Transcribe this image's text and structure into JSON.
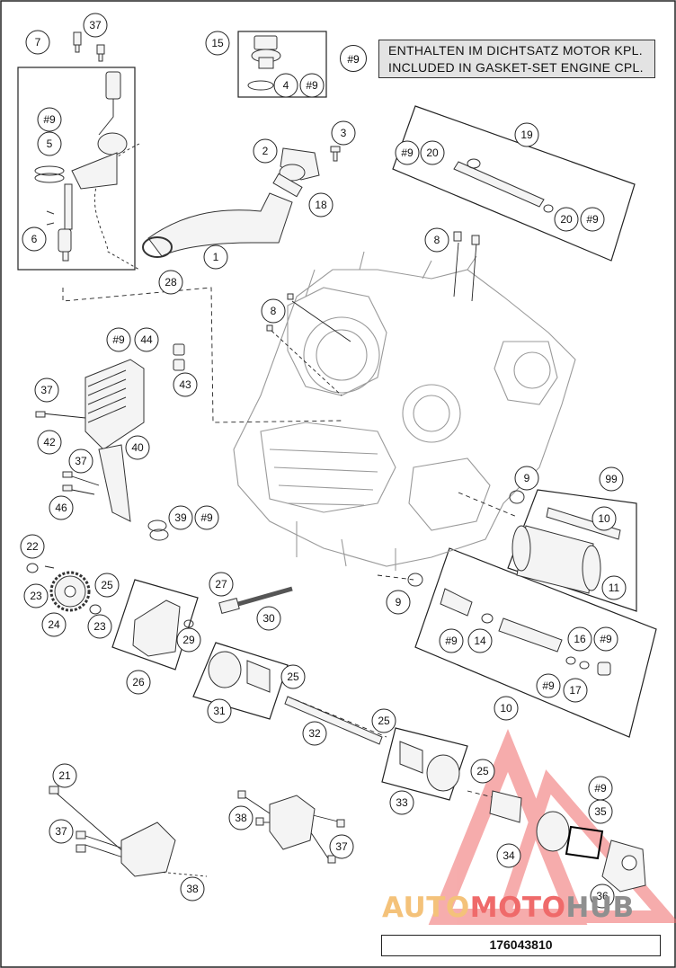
{
  "note": {
    "ref": "#9",
    "line_de": "ENTHALTEN IM DICHTSATZ MOTOR KPL.",
    "line_en": "INCLUDED IN GASKET-SET ENGINE CPL."
  },
  "diagram_code": "176043810",
  "watermark": {
    "part1": "AUTO",
    "part2": "MOTO",
    "part3": "HUB"
  },
  "callouts": [
    "37",
    "7",
    "#9",
    "5",
    "6",
    "15",
    "4",
    "#9",
    "3",
    "2",
    "18",
    "1",
    "28",
    "#9",
    "20",
    "19",
    "20",
    "#9",
    "8",
    "8",
    "#9",
    "44",
    "43",
    "37",
    "42",
    "40",
    "37",
    "46",
    "39",
    "#9",
    "9",
    "99",
    "10",
    "11",
    "22",
    "23",
    "25",
    "24",
    "23",
    "27",
    "30",
    "29",
    "26",
    "25",
    "31",
    "9",
    "#9",
    "14",
    "16",
    "#9",
    "#9",
    "17",
    "10",
    "32",
    "25",
    "25",
    "33",
    "#9",
    "35",
    "34",
    "36",
    "21",
    "37",
    "38",
    "37",
    "38"
  ],
  "colors": {
    "ink": "#1a1a1a",
    "part_line": "#555555",
    "note_bg": "#e3e3e3",
    "wm_red": "#ef6a6a",
    "wm_orange": "#f4c27a",
    "wm_gray": "#8f8f8f"
  }
}
